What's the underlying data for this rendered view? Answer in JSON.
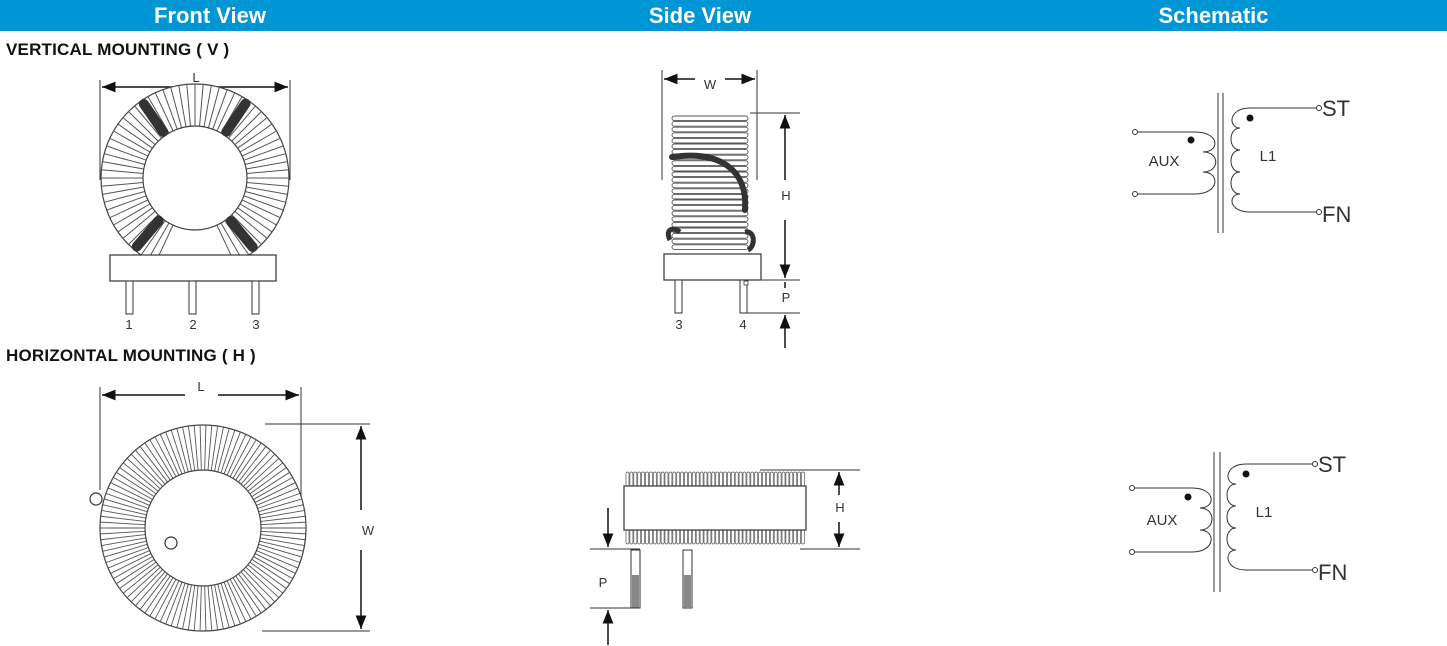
{
  "header": {
    "columns": [
      "Front View",
      "Side View",
      "Schematic"
    ],
    "color": "#0096d6"
  },
  "sections": {
    "vertical": "VERTICAL MOUNTING ( V )",
    "horizontal": "HORIZONTAL MOUNTING ( H )"
  },
  "vertical": {
    "front": {
      "dim_l": "L",
      "pins": [
        "1",
        "2",
        "3"
      ]
    },
    "side": {
      "dim_w": "W",
      "dim_h": "H",
      "dim_p": "P",
      "pins": [
        "3",
        "4"
      ]
    },
    "schematic": {
      "aux": "AUX",
      "l1": "L1",
      "st": "ST",
      "fn": "FN"
    }
  },
  "horizontal": {
    "front": {
      "dim_l": "L",
      "dim_w": "W"
    },
    "side": {
      "dim_h": "H",
      "dim_p": "P"
    },
    "schematic": {
      "aux": "AUX",
      "l1": "L1",
      "st": "ST",
      "fn": "FN"
    }
  }
}
